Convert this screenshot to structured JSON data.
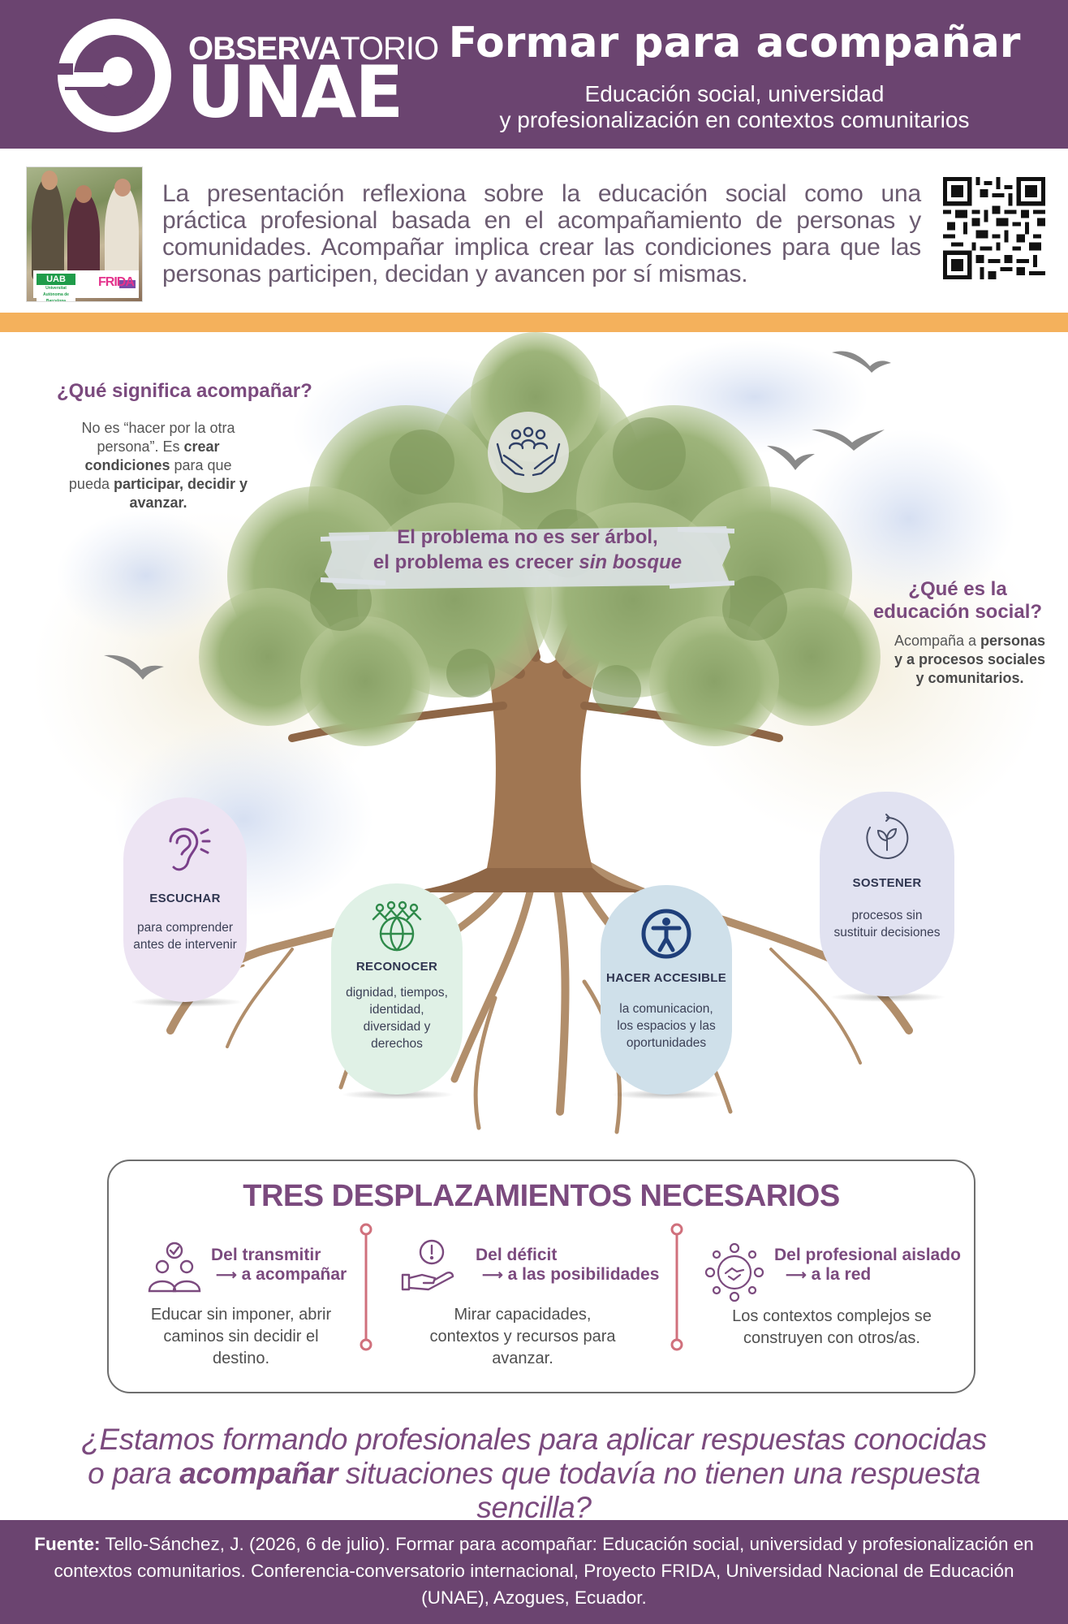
{
  "header": {
    "logo_line1_bold": "OBSERVA",
    "logo_line1_thin": "TORIO",
    "logo_line2": "UNAE",
    "title": "Formar para acompañar",
    "subtitle_line1": "Educación social, universidad",
    "subtitle_line2": "y profesionalización en contextos comunitarios"
  },
  "intro": {
    "text": "La presentación reflexiona sobre la educación social como una práctica profesional basada en el acompañamiento de personas y comunidades. Acompañar implica crear las condiciones para que las personas participen, decidan y avancen por sí mismas.",
    "logo_uab": "UAB",
    "logo_uab_sub": "Universitat Autònoma de Barcelona",
    "logo_frida": "FRIDA"
  },
  "colors": {
    "primary": "#6b4470",
    "accent": "#f4b15c",
    "title_purple": "#7b4a7e",
    "separator": "#d0707c"
  },
  "side_notes": {
    "q1": {
      "title": "¿Qué significa acompañar?",
      "body_1": "No es “hacer por la otra persona”. Es ",
      "body_bold_1": "crear condiciones",
      "body_2": " para que pueda ",
      "body_bold_2": "participar, decidir y avanzar."
    },
    "q2": {
      "title": "¿Qué es la educación social?",
      "body_1": "Acompaña a ",
      "body_bold": "personas y a procesos sociales y comunitarios."
    }
  },
  "banner": {
    "line1": "El problema no es ser árbol,",
    "line2_prefix": "el problema es crecer ",
    "line2_italic": "sin bosque"
  },
  "pills": {
    "escuchar": {
      "icon": "ear-icon",
      "title": "ESCUCHAR",
      "body": "para comprender antes de intervenir"
    },
    "reconocer": {
      "icon": "people-globe-icon",
      "title": "RECONOCER",
      "body": "dignidad, tiempos, identidad, diversidad y derechos"
    },
    "accesible": {
      "icon": "accessibility-icon",
      "title": "HACER ACCESIBLE",
      "body": "la comunicacion, los espacios y las oportunidades"
    },
    "sostener": {
      "icon": "sprout-cycle-icon",
      "title": "SOSTENER",
      "body": "procesos sin sustituir decisiones"
    }
  },
  "desplazamientos": {
    "title": "TRES DESPLAZAMIENTOS NECESARIOS",
    "items": [
      {
        "icon": "group-check-icon",
        "head_line1": "Del transmitir",
        "head_line2": "a acompañar",
        "body": "Educar sin imponer, abrir caminos sin decidir el destino."
      },
      {
        "icon": "hand-alert-icon",
        "head_line1": "Del déficit",
        "head_line2": "a las posibilidades",
        "body": "Mirar capacidades, contextos y recursos para avanzar."
      },
      {
        "icon": "network-handshake-icon",
        "head_line1": "Del profesional aislado",
        "head_line2": "a la red",
        "body": "Los contextos complejos se construyen con otros/as."
      }
    ]
  },
  "question": {
    "line1": "¿Estamos formando profesionales para aplicar respuestas conocidas",
    "line2_prefix": "o para ",
    "line2_bold": "acompañar",
    "line2_suffix": " situaciones que todavía no tienen una respuesta sencilla?"
  },
  "footer": {
    "label": "Fuente:",
    "text": "Tello-Sánchez, J. (2026, 6 de julio). Formar para acompañar: Educación social, universidad y profesionalización en contextos comunitarios. Conferencia-conversatorio internacional, Proyecto FRIDA, Universidad Nacional de Educación (UNAE), Azogues, Ecuador."
  }
}
